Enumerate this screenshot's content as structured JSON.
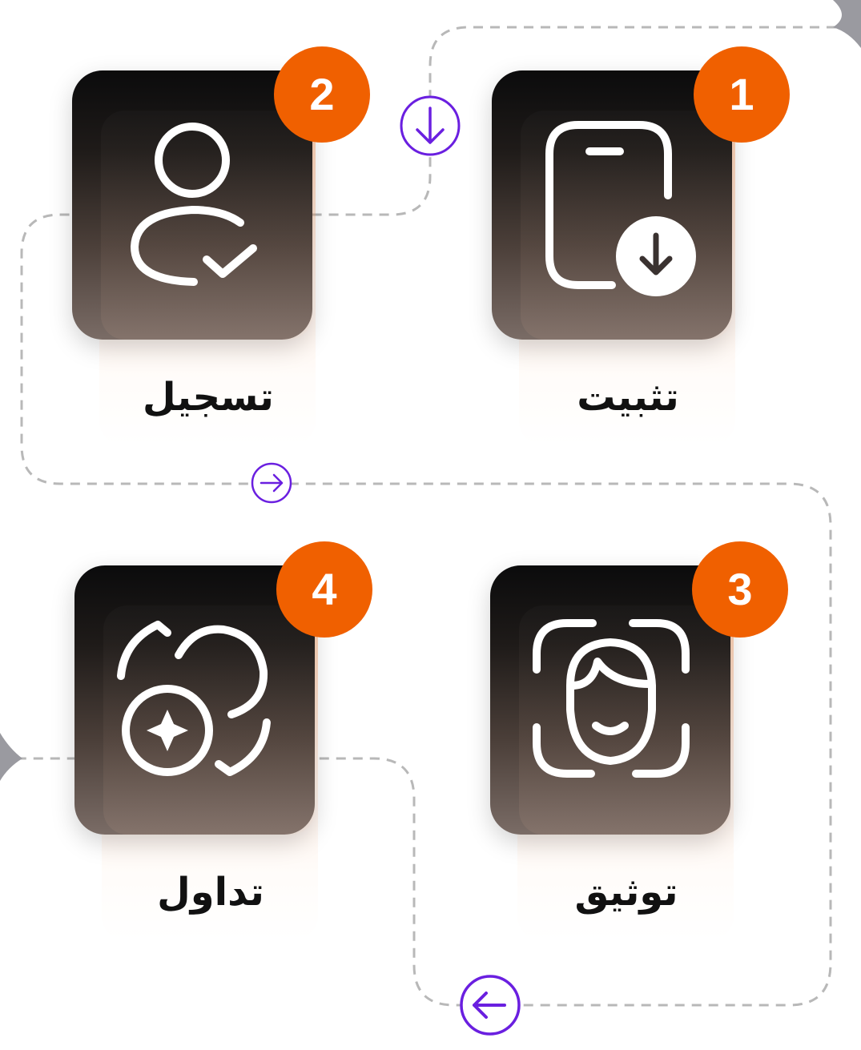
{
  "steps": [
    {
      "number": "1",
      "label": "تثبيت",
      "icon": "phone-download-icon"
    },
    {
      "number": "2",
      "label": "تسجيل",
      "icon": "user-check-icon"
    },
    {
      "number": "3",
      "label": "توثيق",
      "icon": "face-scan-icon"
    },
    {
      "number": "4",
      "label": "تداول",
      "icon": "coin-exchange-icon"
    }
  ],
  "colors": {
    "badge": "#f06000",
    "arrow": "#6a1fe0",
    "path": "#b8b8b8",
    "tile_top": "#0b0b0c",
    "tile_bottom": "#7a6c66"
  }
}
